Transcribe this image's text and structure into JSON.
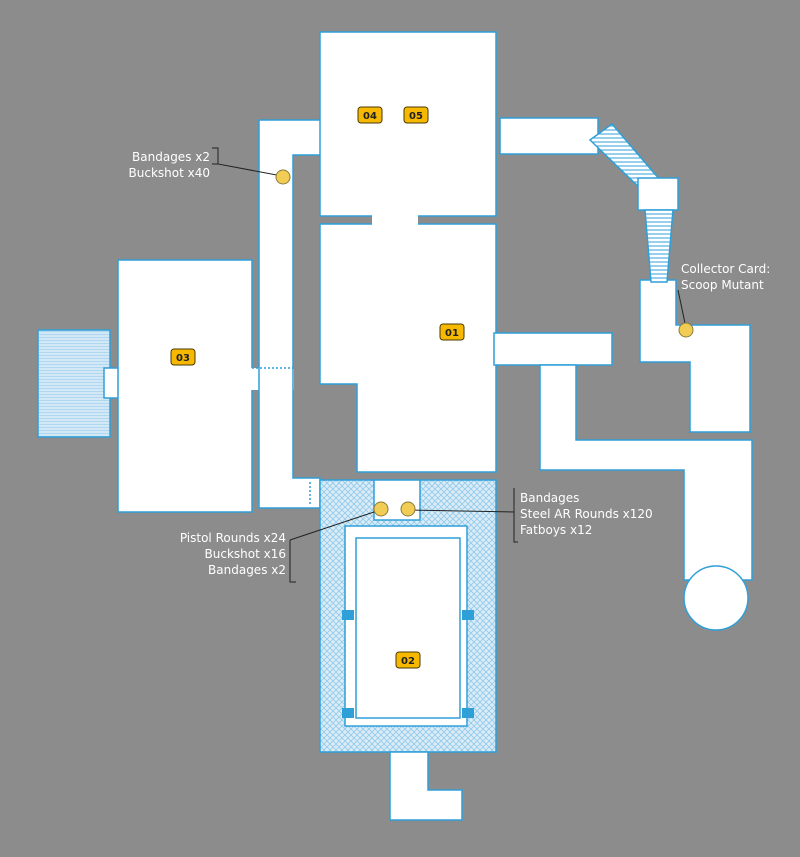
{
  "colors": {
    "background": "#8c8c8c",
    "room_fill": "#ffffff",
    "room_outline": "#2f9fd8",
    "hatch": "#7fc3e8",
    "marker_fill": "#f6b800",
    "item_fill": "#f2cd55",
    "leader_line": "#222222",
    "label_text": "#ffffff"
  },
  "room_markers": [
    {
      "id": "01",
      "label": "01"
    },
    {
      "id": "02",
      "label": "02"
    },
    {
      "id": "03",
      "label": "03"
    },
    {
      "id": "04",
      "label": "04"
    },
    {
      "id": "05",
      "label": "05"
    }
  ],
  "item_labels": [
    {
      "id": "north-corridor-items",
      "lines": [
        "Bandages x2",
        "Buckshot x40"
      ]
    },
    {
      "id": "collector-card",
      "lines": [
        "Collector Card:",
        "Scoop Mutant"
      ]
    },
    {
      "id": "doorway-left-items",
      "lines": [
        "Pistol Rounds x24",
        "Buckshot x16",
        "Bandages x2"
      ]
    },
    {
      "id": "doorway-right-items",
      "lines": [
        "Bandages",
        "Steel AR Rounds x120",
        "Fatboys x12"
      ]
    }
  ]
}
